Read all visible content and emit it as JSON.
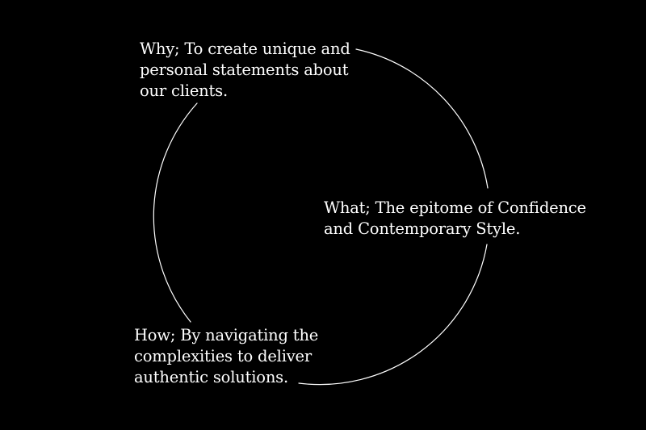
{
  "diagram": {
    "colors": {
      "background": "#000000",
      "foreground": "#ffffff"
    },
    "nodes": [
      {
        "id": "why",
        "lines": [
          "Why; To create unique and",
          "personal statements about",
          "our clients."
        ]
      },
      {
        "id": "what",
        "lines": [
          "What; The epitome of Confidence",
          "and Contemporary Style."
        ]
      },
      {
        "id": "how",
        "lines": [
          "How; By navigating the",
          "complexities to deliver",
          "authentic solutions."
        ]
      }
    ]
  }
}
